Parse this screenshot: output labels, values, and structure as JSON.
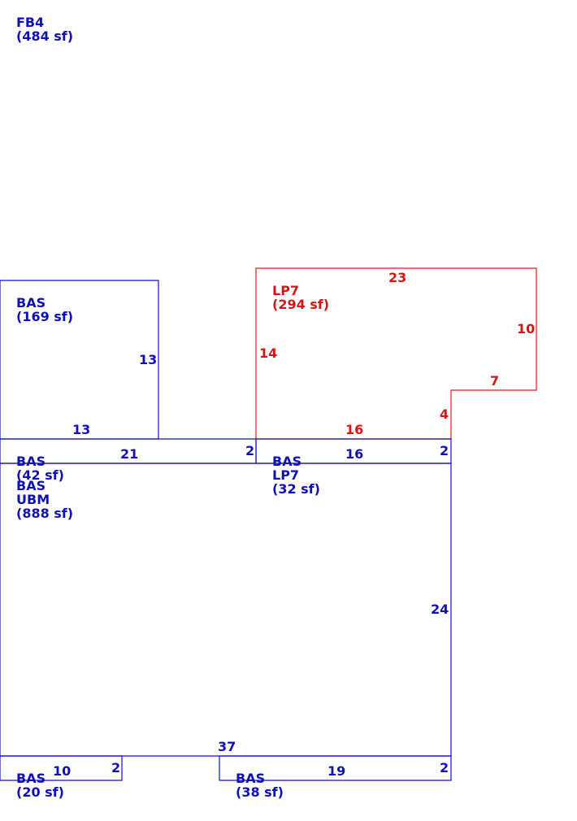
{
  "colors": {
    "blue": "#1010d0",
    "red": "#e01818"
  },
  "areas": {
    "fb4": {
      "code": "FB4",
      "area": "(484 sf)"
    },
    "bas_169": {
      "code": "BAS",
      "area": "(169 sf)"
    },
    "lp7_294": {
      "code": "LP7",
      "area": "(294 sf)"
    },
    "bas_42": {
      "code": "BAS",
      "area": "(42 sf)"
    },
    "bas_ubm_888": {
      "code": "BAS",
      "sub": "UBM",
      "area": "(888 sf)"
    },
    "bas_lp7_32": {
      "code": "BAS",
      "sub": "LP7",
      "area": "(32 sf)"
    },
    "bas_20": {
      "code": "BAS",
      "area": "(20 sf)"
    },
    "bas_38": {
      "code": "BAS",
      "area": "(38 sf)"
    }
  },
  "dimensions": {
    "bas169_side": "13",
    "bas169_bottom": "13",
    "lp7_top": "23",
    "lp7_left": "14",
    "lp7_right": "10",
    "lp7_step_width": "7",
    "lp7_step_height": "4",
    "lp7_bottom": "16",
    "strip_left_width": "21",
    "strip_left_height": "2",
    "strip_right_width": "16",
    "strip_right_height": "2",
    "main_height": "24",
    "main_width": "37",
    "small_left_width": "10",
    "small_left_height": "2",
    "small_right_width": "19",
    "small_right_height": "2"
  }
}
